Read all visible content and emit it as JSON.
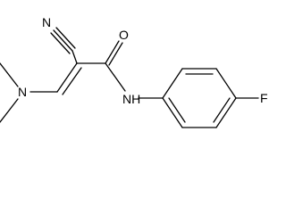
{
  "molecule": {
    "atoms": {
      "nitrile_n": "N",
      "carbonyl_o": "O",
      "amine_n": "N",
      "amide_nh": "NH",
      "fluorine": "F"
    }
  }
}
